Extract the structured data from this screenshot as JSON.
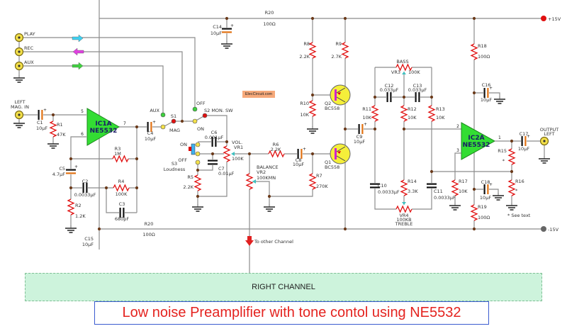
{
  "diagram": {
    "title": "Low noise Preamplifier with tone contol using NE5532",
    "watermark": "ElecCircuit.com",
    "right_channel": "RIGHT CHANNEL",
    "to_other_channel": "To other Channel",
    "see_text": "* See text",
    "colors": {
      "opamp": "#33dd33",
      "resistor": "#e01010",
      "wire": "#8c8c8c",
      "title": "#e4231f",
      "right_channel_fill": "#cdf3dc"
    },
    "labels": {
      "supply_pos": [
        "+15V"
      ],
      "supply_neg": [
        "-15V"
      ],
      "play": [
        "PLAY"
      ],
      "rec": [
        "REC"
      ],
      "aux_in": [
        "AUX"
      ],
      "left_in": [
        "LEFT",
        "MAG. IN"
      ],
      "output": [
        "OUTPUT",
        "LEFT"
      ],
      "C14": [
        "C14",
        "10µF"
      ],
      "R20a": [
        "R20",
        "100Ω"
      ],
      "R20b": [
        "R20",
        "100Ω"
      ],
      "C1": [
        "C1",
        "10µF"
      ],
      "R1": [
        "R1",
        "47K"
      ],
      "IC1A": [
        "IC1A",
        "NE5532"
      ],
      "IC2A": [
        "IC2A",
        "NE5532"
      ],
      "pins": [
        "5",
        "6",
        "7",
        "2",
        "3",
        "1"
      ],
      "R3": [
        "R3",
        "1M"
      ],
      "C5": [
        "C5",
        "4.7µF"
      ],
      "C2": [
        "C2",
        "0.0033µF"
      ],
      "R4": [
        "R4",
        "100K"
      ],
      "C3": [
        "C3",
        "680pF"
      ],
      "R2": [
        "R2",
        "1.2K"
      ],
      "C15": [
        "C15",
        "10µF"
      ],
      "C4": [
        "C4",
        "10µF"
      ],
      "S1": [
        "AUX",
        "S1",
        "MAG"
      ],
      "S2": [
        "OFF",
        "S2 MON. SW",
        "ON"
      ],
      "S3": [
        "ON",
        "OFF",
        "S3",
        "Loudness"
      ],
      "C6": [
        "C6",
        "0.001µF"
      ],
      "VR1": [
        "VOL.",
        "VR1",
        "100K"
      ],
      "C7": [
        "C7",
        "0.01µF"
      ],
      "R5": [
        "R5",
        "2.2K"
      ],
      "R6": [
        "R6",
        "2.2K"
      ],
      "VR2": [
        "BALANCE",
        "VR2",
        "100KMN"
      ],
      "C8": [
        "C8",
        "10µF"
      ],
      "R7": [
        "R7",
        "270K"
      ],
      "R8": [
        "R8",
        "2.2K"
      ],
      "R9": [
        "R9",
        "2.7K"
      ],
      "R10": [
        "R10",
        "10K"
      ],
      "Q2": [
        "Q2",
        "BC558"
      ],
      "Q1": [
        "Q1",
        "BC558"
      ],
      "C9": [
        "C9",
        "10µF"
      ],
      "VR3": [
        "BASS",
        "VR3",
        "100K"
      ],
      "C12": [
        "C12",
        "0.033µF"
      ],
      "C13": [
        "C13",
        "0.033µF"
      ],
      "R11": [
        "R11",
        "10K"
      ],
      "R12": [
        "R12",
        "10K"
      ],
      "R13": [
        "R13",
        "10K"
      ],
      "C10": [
        "C10",
        "0.0033µF"
      ],
      "R14": [
        "R14",
        "3.3K"
      ],
      "C11": [
        "C11",
        "0.0033µF"
      ],
      "VR4": [
        "VR4",
        "100KB",
        "TREBLE"
      ],
      "R17": [
        "R17",
        "10K"
      ],
      "R18": [
        "R18",
        "100Ω"
      ],
      "C16": [
        "C16",
        "10µF"
      ],
      "C18": [
        "C18",
        "10µF"
      ],
      "R19": [
        "R19",
        "100Ω"
      ],
      "R15": [
        "R15",
        "*"
      ],
      "R16": [
        "R16",
        "*"
      ],
      "C17": [
        "C17",
        "10µF"
      ]
    }
  }
}
